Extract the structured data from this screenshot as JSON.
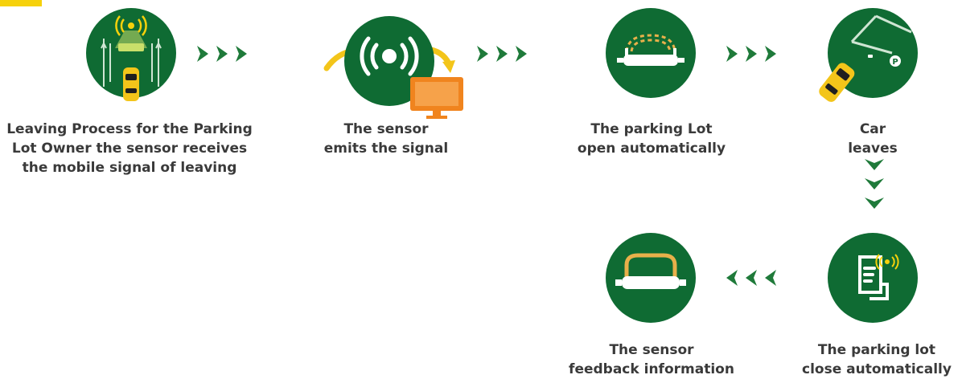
{
  "steps": [
    {
      "id": "owner-signal",
      "caption": [
        "Leaving Process for the Parking",
        "Lot Owner  the sensor receives",
        "the mobile signal of leaving"
      ],
      "icon": "car-leaving-icon"
    },
    {
      "id": "sensor-emits",
      "caption": [
        "The sensor",
        "emits the signal"
      ],
      "icon": "signal-sensor-icon"
    },
    {
      "id": "lot-open",
      "caption": [
        "The parking Lot",
        "open automatically"
      ],
      "icon": "barrier-open-icon"
    },
    {
      "id": "car-leaves",
      "caption": [
        "Car",
        "leaves"
      ],
      "icon": "car-parking-icon"
    },
    {
      "id": "lot-close",
      "caption": [
        "The parking lot",
        "close automatically"
      ],
      "icon": "sensor-card-icon"
    },
    {
      "id": "feedback",
      "caption": [
        "The sensor",
        "feedback information"
      ],
      "icon": "barrier-closed-icon"
    }
  ],
  "colors": {
    "circle": "#0f6b33",
    "arrow": "#1f7a3a",
    "car": "#f3c51a",
    "accent_yellow": "#f6d10b",
    "monitor": "#f0841e",
    "text": "#3a3a3a",
    "icon_light": "#ffffff",
    "icon_tan": "#e8b04a"
  }
}
